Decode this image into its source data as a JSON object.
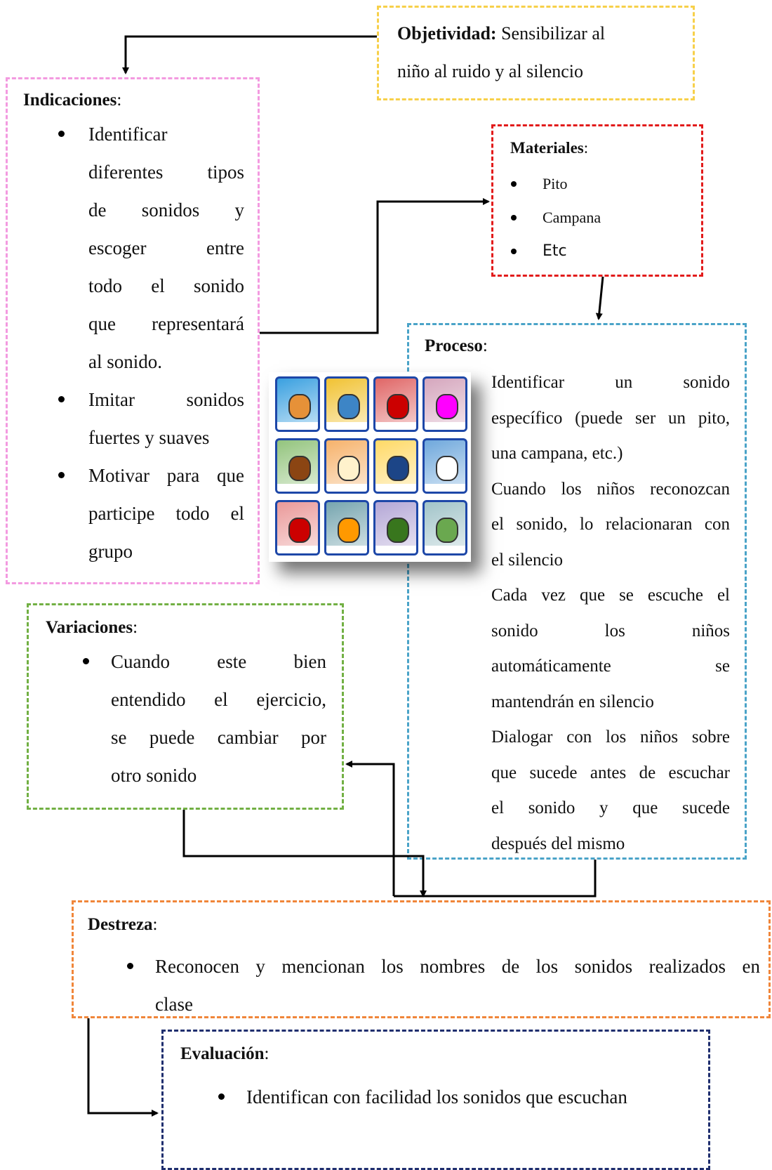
{
  "objetividad": {
    "label": "Objetividad:",
    "text_line1": " Sensibilizar al",
    "text_line2": "niño al ruido y al silencio"
  },
  "indicaciones": {
    "label": "Indicaciones",
    "colon": ":",
    "items": [
      [
        "Identificar",
        "diferentes tipos",
        "de sonidos y",
        "escoger entre",
        "todo el sonido",
        "que representará",
        "al sonido."
      ],
      [
        "Imitar sonidos",
        "fuertes y suaves"
      ],
      [
        "Motivar para que",
        "participe todo el",
        "grupo"
      ]
    ]
  },
  "materiales": {
    "label": "Materiales",
    "colon": ":",
    "items": [
      "Pito",
      "Campana",
      "Etc"
    ]
  },
  "proceso": {
    "label": "Proceso",
    "colon": ":",
    "lines": [
      "Identificar un sonido",
      "específico (puede ser un pito,",
      "una campana, etc.)",
      "Cuando los niños reconozcan",
      "el sonido, lo relacionaran con",
      "el silencio",
      "Cada vez que se escuche el",
      "sonido los niños",
      "automáticamente se",
      "mantendrán en silencio",
      "Dialogar con los niños sobre",
      "que sucede antes de escuchar",
      "el sonido y que sucede",
      "después del mismo"
    ]
  },
  "variaciones": {
    "label": "Variaciones",
    "colon": ":",
    "lines": [
      "Cuando este bien",
      "entendido el ejercicio,",
      "se puede cambiar por",
      "otro sonido"
    ]
  },
  "destreza": {
    "label": "Destreza",
    "colon": ":",
    "lines": [
      "Reconocen y mencionan los nombres de los sonidos realizados en",
      "clase"
    ]
  },
  "evaluacion": {
    "label": "Evaluación",
    "colon": ":",
    "lines": [
      "Identifican con facilidad los sonidos que escuchan"
    ]
  },
  "colors": {
    "objetividad": "#f7d04a",
    "indicaciones": "#f39ae0",
    "materiales": "#e21b1b",
    "proceso": "#4aa3c8",
    "variaciones": "#72b044",
    "destreza": "#f0863a",
    "evaluacion": "#1f2e6e",
    "arrow": "#000000"
  },
  "image": {
    "description_icon": "sound-cards-illustration"
  }
}
